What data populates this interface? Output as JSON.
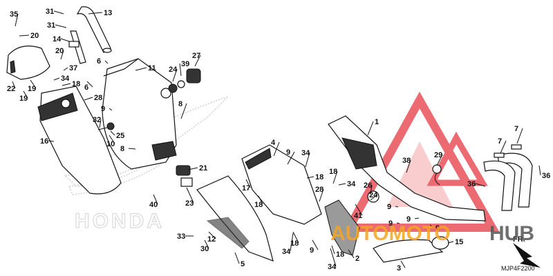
{
  "diagram": {
    "code": "MJP4F2200",
    "direction_mark": "FR.",
    "honda_logo": "HONDA",
    "watermark": {
      "text_orange": "AUTOMOTO",
      "text_dark": "HUB",
      "colors": {
        "orange": "#f5a623",
        "dark": "#555555",
        "triangle": "#e8474f"
      }
    },
    "callouts": [
      {
        "id": "c35",
        "label": "35"
      },
      {
        "id": "c31a",
        "label": "31"
      },
      {
        "id": "c13",
        "label": "13"
      },
      {
        "id": "c20a",
        "label": "20"
      },
      {
        "id": "c31b",
        "label": "31"
      },
      {
        "id": "c14",
        "label": "14"
      },
      {
        "id": "c20b",
        "label": "20"
      },
      {
        "id": "c37",
        "label": "37"
      },
      {
        "id": "c34a",
        "label": "34"
      },
      {
        "id": "c18a",
        "label": "18"
      },
      {
        "id": "c22",
        "label": "22"
      },
      {
        "id": "c19a",
        "label": "19"
      },
      {
        "id": "c19b",
        "label": "19"
      },
      {
        "id": "c6a",
        "label": "6"
      },
      {
        "id": "c6b",
        "label": "6"
      },
      {
        "id": "c11",
        "label": "11"
      },
      {
        "id": "c27",
        "label": "27"
      },
      {
        "id": "c24a",
        "label": "24"
      },
      {
        "id": "c39",
        "label": "39"
      },
      {
        "id": "c28a",
        "label": "28"
      },
      {
        "id": "c9a",
        "label": "9"
      },
      {
        "id": "c8a",
        "label": "8"
      },
      {
        "id": "c32",
        "label": "32"
      },
      {
        "id": "c25",
        "label": "25"
      },
      {
        "id": "c10",
        "label": "10"
      },
      {
        "id": "c16",
        "label": "16"
      },
      {
        "id": "c8b",
        "label": "8"
      },
      {
        "id": "c21",
        "label": "21"
      },
      {
        "id": "c40",
        "label": "40"
      },
      {
        "id": "c23",
        "label": "23"
      },
      {
        "id": "c33",
        "label": "33"
      },
      {
        "id": "c12",
        "label": "12"
      },
      {
        "id": "c30",
        "label": "30"
      },
      {
        "id": "c5",
        "label": "5"
      },
      {
        "id": "c17",
        "label": "17"
      },
      {
        "id": "c18b",
        "label": "18"
      },
      {
        "id": "c4",
        "label": "4"
      },
      {
        "id": "c9b",
        "label": "9"
      },
      {
        "id": "c34b",
        "label": "34"
      },
      {
        "id": "c18c",
        "label": "18"
      },
      {
        "id": "c28b",
        "label": "28"
      },
      {
        "id": "c18d",
        "label": "18"
      },
      {
        "id": "c34c",
        "label": "34"
      },
      {
        "id": "c18e",
        "label": "18"
      },
      {
        "id": "c34d",
        "label": "34"
      },
      {
        "id": "c9c",
        "label": "9"
      },
      {
        "id": "c26",
        "label": "26"
      },
      {
        "id": "c24b",
        "label": "24"
      },
      {
        "id": "c41",
        "label": "41"
      },
      {
        "id": "c1",
        "label": "1"
      },
      {
        "id": "c38",
        "label": "38"
      },
      {
        "id": "c29",
        "label": "29"
      },
      {
        "id": "c9d",
        "label": "9"
      },
      {
        "id": "c9e",
        "label": "9"
      },
      {
        "id": "c9f",
        "label": "9"
      },
      {
        "id": "c9g",
        "label": "9"
      },
      {
        "id": "c2",
        "label": "2"
      },
      {
        "id": "c18f",
        "label": "18"
      },
      {
        "id": "c34e",
        "label": "34"
      },
      {
        "id": "c3",
        "label": "3"
      },
      {
        "id": "c15",
        "label": "15"
      },
      {
        "id": "c7a",
        "label": "7"
      },
      {
        "id": "c7b",
        "label": "7"
      },
      {
        "id": "c36a",
        "label": "36"
      },
      {
        "id": "c36b",
        "label": "36"
      }
    ]
  }
}
